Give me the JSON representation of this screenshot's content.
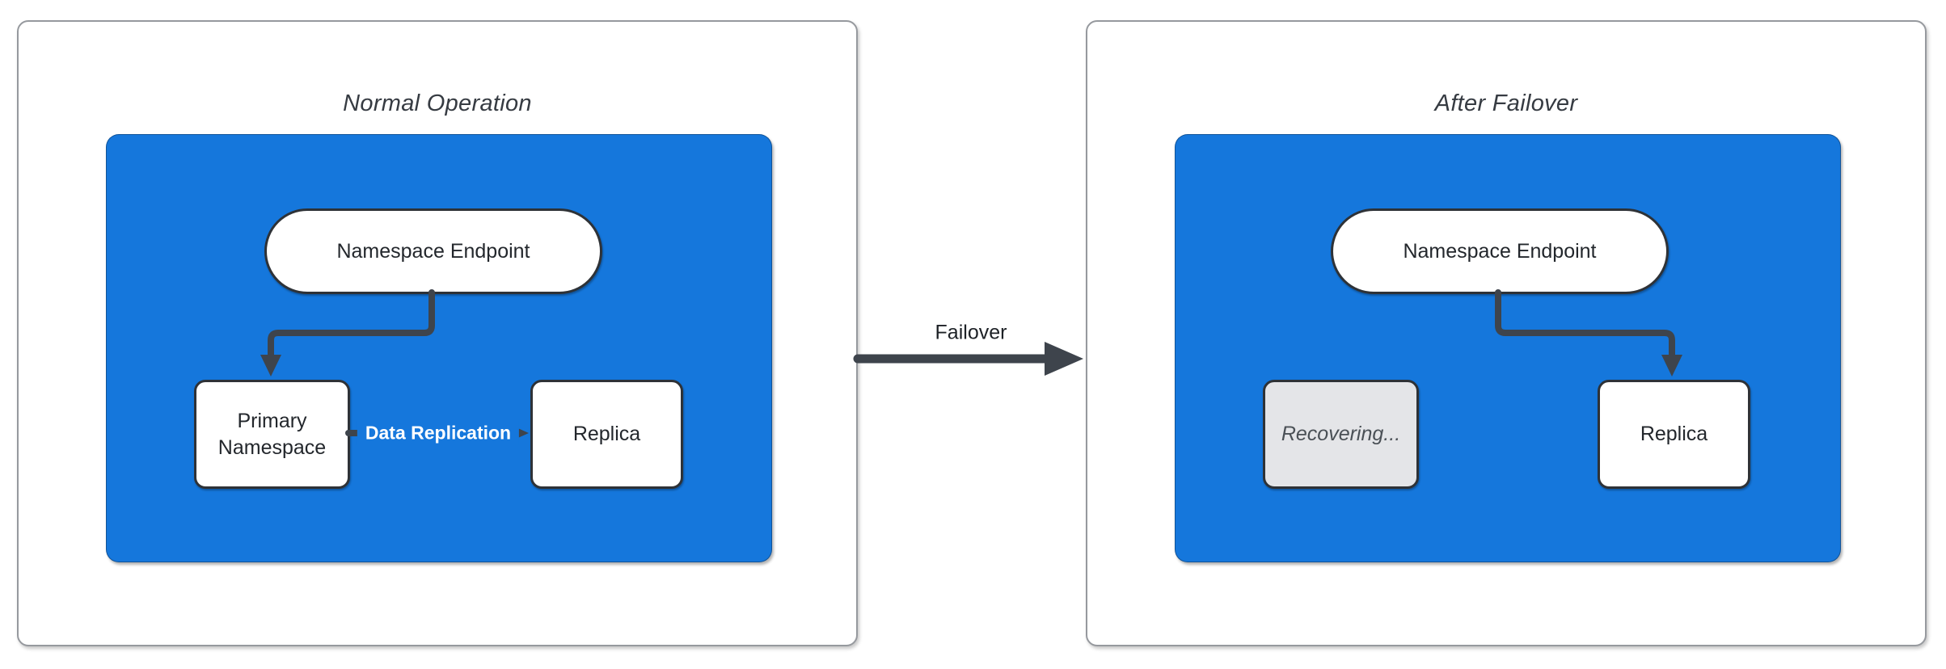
{
  "colors": {
    "container_blue": "#1577DC",
    "edge_dark": "#3E444C",
    "node_border": "#2E3237",
    "node_text": "#23272C",
    "panel_border": "#96999E",
    "title_text": "#363B42",
    "edge_label_text": "#FFFFFF",
    "recovering_fill": "#E4E5E8",
    "recovering_text": "#4A5056"
  },
  "panels": [
    {
      "title": "Normal Operation",
      "endpoint_label": "Namespace Endpoint",
      "left_node_label": "Primary Namespace",
      "right_node_label": "Replica",
      "edge_label": "Data Replication"
    },
    {
      "title": "After Failover",
      "endpoint_label": "Namespace Endpoint",
      "left_node_label": "Recovering...",
      "right_node_label": "Replica"
    }
  ],
  "transition": {
    "label": "Failover"
  }
}
